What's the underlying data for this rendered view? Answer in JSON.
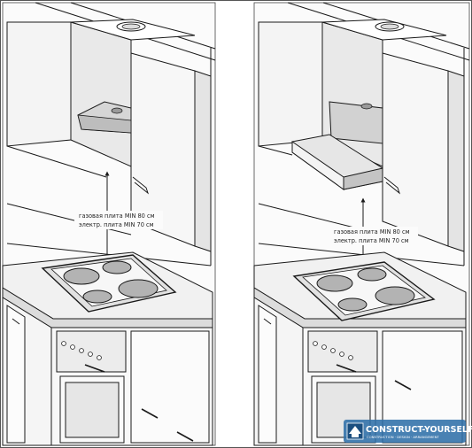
{
  "panels": [
    {
      "id": "left",
      "label_gas": "газовая плита MIN 80 см",
      "label_electric": "электр. плита MIN 70 см"
    },
    {
      "id": "right",
      "label_gas": "газовая плита MIN 80 см",
      "label_electric": "электр. плита MIN 70 см"
    }
  ],
  "watermark": {
    "title": "CONSTRUCT-YOURSELF",
    "subtitle": "CONSTRUCTION · DESIGN · ARRANGEMENT"
  },
  "colors": {
    "line": "#1a1a1a",
    "surface": "#f2f2f2",
    "shade": "#cfcfcf",
    "burner": "#a9a9a9",
    "watermark_bg": "#2f6fa8"
  }
}
